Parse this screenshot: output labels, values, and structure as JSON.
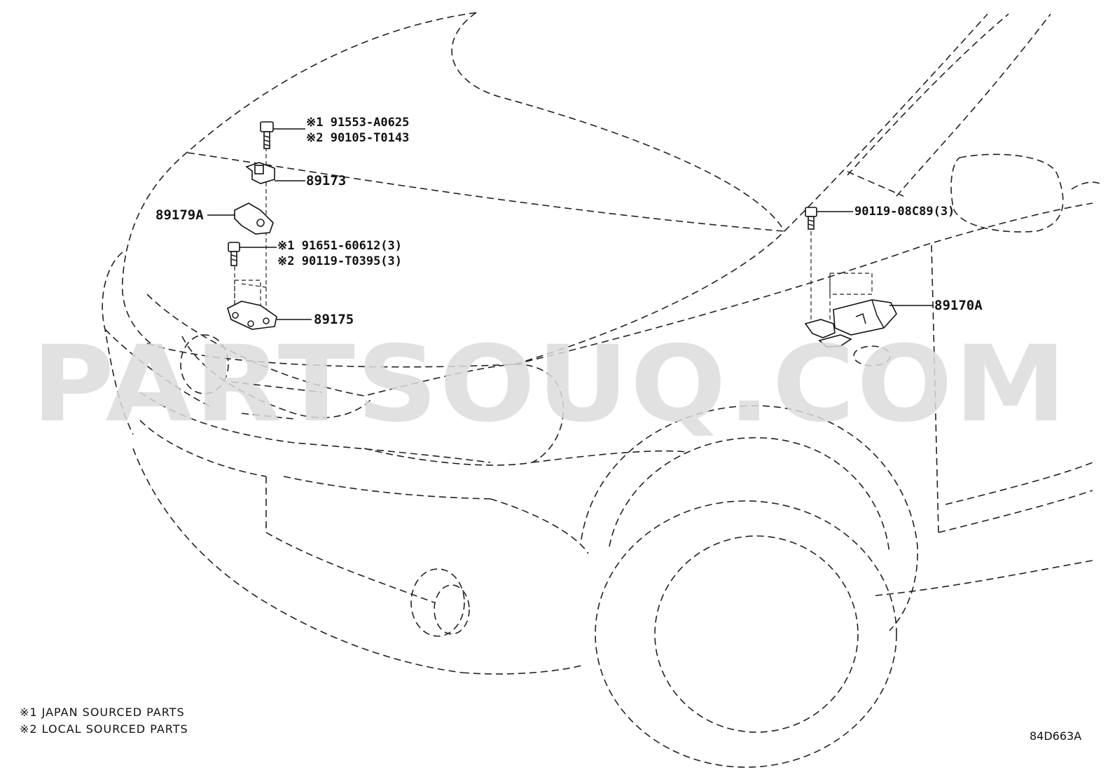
{
  "watermark": "PARTSOUQ.COM",
  "drawing_code": "84D663A",
  "callouts": {
    "bolt_a_1": "※1 91553-A0625",
    "bolt_a_2": "※2 90105-T0143",
    "p89173": "89173",
    "p89179a": "89179A",
    "bolt_b_1": "※1 91651-60612(3)",
    "bolt_b_2": "※2 90119-T0395(3)",
    "p89175": "89175",
    "bolt_c": "90119-08C89(3)",
    "p89170a": "89170A"
  },
  "legend": {
    "note1": "※1 JAPAN SOURCED PARTS",
    "note2": "※2 LOCAL SOURCED PARTS"
  }
}
